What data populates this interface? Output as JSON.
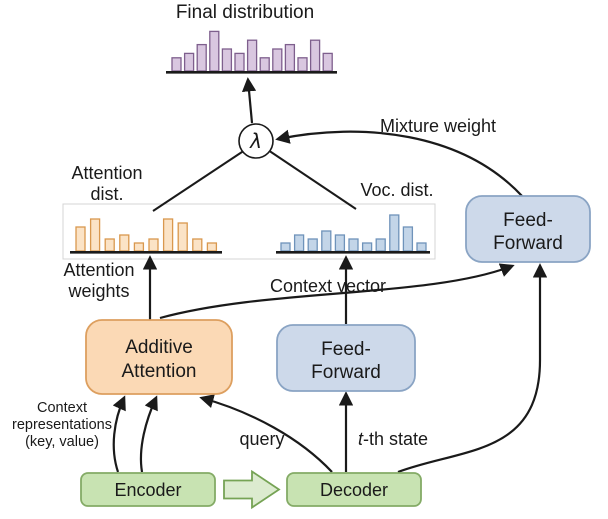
{
  "diagram": {
    "final_distribution_label": "Final distribution",
    "mixture_weight_label": "Mixture weight",
    "attention_dist_label_1": "Attention",
    "attention_dist_label_2": "dist.",
    "voc_dist_label": "Voc. dist.",
    "attention_weights_label_1": "Attention",
    "attention_weights_label_2": "weights",
    "context_vector_label": "Context vector",
    "lambda_symbol": "λ",
    "context_repr_label_1": "Context",
    "context_repr_label_2": "representations",
    "context_repr_label_3": "(key, value)",
    "query_label": "query",
    "t_state_italic": "t",
    "t_state_rest": "-th state",
    "nodes": {
      "feed_forward_top": {
        "line1": "Feed-",
        "line2": "Forward"
      },
      "additive_attention": {
        "line1": "Additive",
        "line2": "Attention"
      },
      "feed_forward_mid": {
        "line1": "Feed-",
        "line2": "Forward"
      },
      "encoder": {
        "label": "Encoder"
      },
      "decoder": {
        "label": "Decoder"
      }
    }
  },
  "histograms": {
    "final": {
      "description": "Final distribution histogram (purple)",
      "values": [
        3,
        4,
        6,
        9,
        5,
        4,
        7,
        3,
        5,
        6,
        3,
        7,
        4
      ],
      "fill": "#d9c7e0",
      "stroke": "#7e5f8d"
    },
    "attention": {
      "description": "Attention distribution histogram (orange)",
      "values": [
        6,
        8,
        3,
        4,
        2,
        3,
        8,
        7,
        3,
        2
      ],
      "fill": "#fbe3c6",
      "stroke": "#d9984e"
    },
    "vocab": {
      "description": "Vocabulary distribution histogram (blue)",
      "values": [
        2,
        4,
        3,
        5,
        4,
        3,
        2,
        3,
        9,
        6,
        2
      ],
      "fill": "#c3d5e8",
      "stroke": "#6f93ba"
    }
  },
  "colors": {
    "arrow": "#1a1a1a",
    "box_orange_fill": "#fbd9b5",
    "box_orange_stroke": "#dd9f5f",
    "box_blue_fill": "#cdd9ea",
    "box_blue_stroke": "#8aa4c4",
    "box_green_fill": "#c8e3b2",
    "box_green_stroke": "#84ab66",
    "block_arrow_fill": "#dcebcf",
    "block_arrow_stroke": "#76a355",
    "lambda_circle_fill": "#ffffff",
    "lambda_circle_stroke": "#1a1a1a"
  }
}
